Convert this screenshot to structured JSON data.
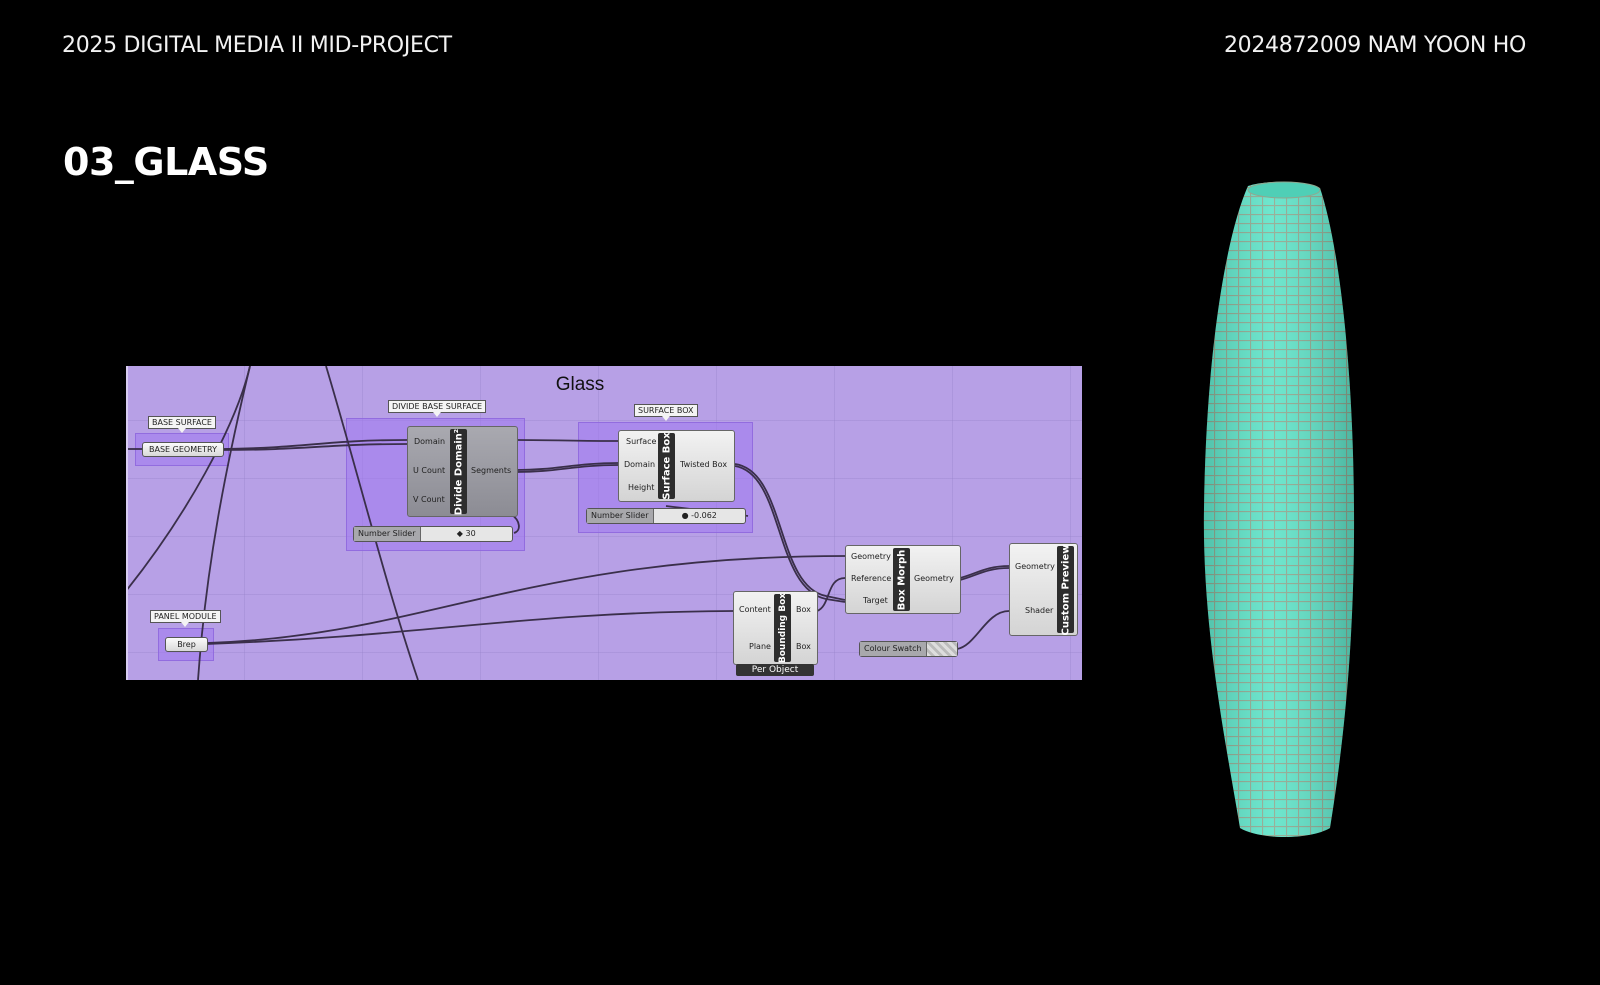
{
  "header": {
    "left": "2025 DIGITAL MEDIA II MID-PROJECT",
    "right": "2024872009 NAM YOON HO"
  },
  "section_title": "03_GLASS",
  "canvas": {
    "group_title": "Glass",
    "groups": {
      "base_surface": "BASE SURFACE",
      "divide": "DIVIDE BASE SURFACE",
      "surface_box": "SURFACE BOX",
      "panel_module": "PANEL MODULE"
    },
    "params": {
      "base_geometry": "BASE GEOMETRY",
      "brep": "Brep"
    },
    "divide_domain": {
      "name": "Divide Domain²",
      "inputs": [
        "Domain",
        "U Count",
        "V Count"
      ],
      "outputs": [
        "Segments"
      ]
    },
    "slider1": {
      "label": "Number Slider",
      "value": "30"
    },
    "surface_box": {
      "name": "Surface Box",
      "inputs": [
        "Surface",
        "Domain",
        "Height"
      ],
      "outputs": [
        "Twisted Box"
      ]
    },
    "slider2": {
      "label": "Number Slider",
      "value": "-0.062"
    },
    "box_morph": {
      "name": "Box Morph",
      "inputs": [
        "Geometry",
        "Reference",
        "Target"
      ],
      "outputs": [
        "Geometry"
      ]
    },
    "bounding_box": {
      "name": "Bounding Box",
      "inputs": [
        "Content",
        "Plane"
      ],
      "outputs": [
        "Box",
        "Box"
      ],
      "footer": "Per Object"
    },
    "custom_preview": {
      "name": "Custom Preview",
      "inputs": [
        "Geometry",
        "Shader"
      ]
    },
    "colour_swatch": {
      "label": "Colour Swatch"
    }
  },
  "colors": {
    "background": "#000000",
    "canvas": "#b7a0e6",
    "glass": "#5fe3c8"
  }
}
